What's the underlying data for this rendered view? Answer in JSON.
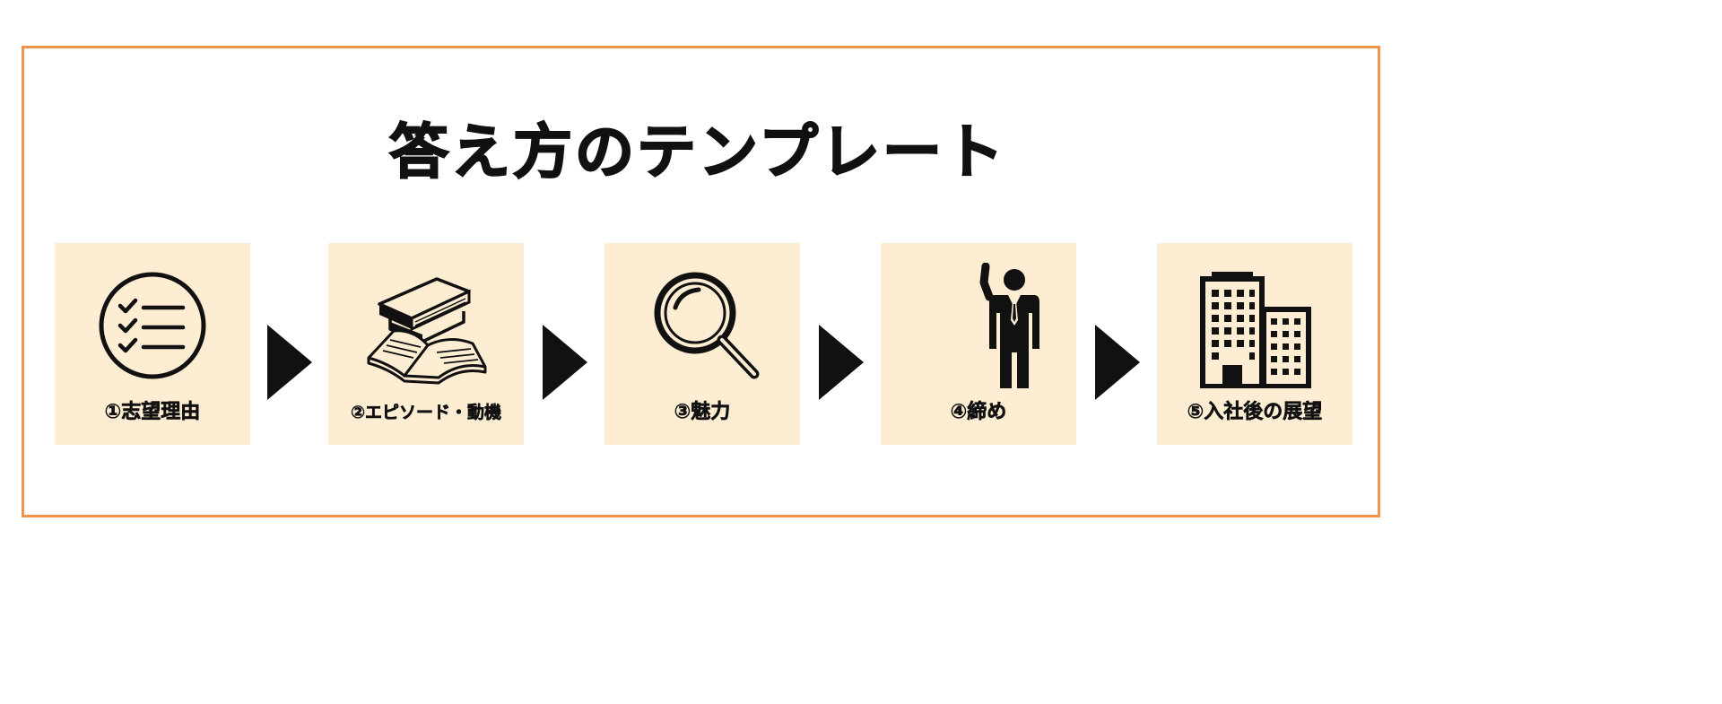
{
  "title": "答え方のテンプレート",
  "colors": {
    "frame": "#f3934a",
    "card": "#fdedd3",
    "ink": "#111111"
  },
  "steps": [
    {
      "label": "①志望理由",
      "icon": "checklist-icon"
    },
    {
      "label": "②エピソード・動機",
      "icon": "books-icon"
    },
    {
      "label": "③魅力",
      "icon": "magnifier-icon"
    },
    {
      "label": "④締め",
      "icon": "businessman-icon"
    },
    {
      "label": "⑤入社後の展望",
      "icon": "office-buildings-icon"
    }
  ]
}
